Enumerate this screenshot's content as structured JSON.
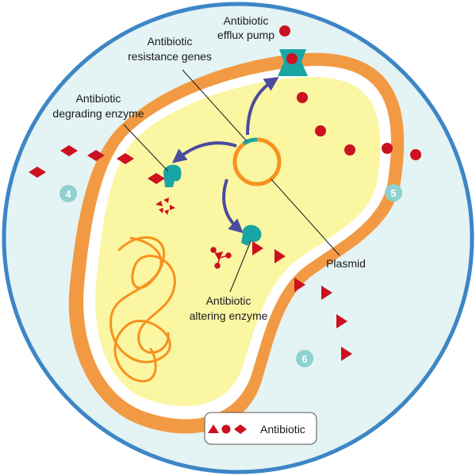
{
  "labels": {
    "efflux_pump_line1": "Antibiotic",
    "efflux_pump_line2": "efflux pump",
    "resistance_genes_line1": "Antibiotic",
    "resistance_genes_line2": "resistance genes",
    "degrading_enzyme_line1": "Antibiotic",
    "degrading_enzyme_line2": "degrading enzyme",
    "plasmid": "Plasmid",
    "altering_enzyme_line1": "Antibiotic",
    "altering_enzyme_line2": "altering enzyme"
  },
  "markers": {
    "four": "4",
    "five": "5",
    "six": "6"
  },
  "legend": {
    "label": "Antibiotic"
  },
  "colors": {
    "outer_ring": "#3d86c6",
    "background": "#e4f3f3",
    "cell_wall": "#f29a43",
    "cytoplasm": "#fbf6a2",
    "enzyme": "#1aa5a5",
    "antibiotic": "#cc1120",
    "arrow": "#4b4ba0",
    "marker": "#8fd0d0",
    "dna": "#f7921e"
  }
}
